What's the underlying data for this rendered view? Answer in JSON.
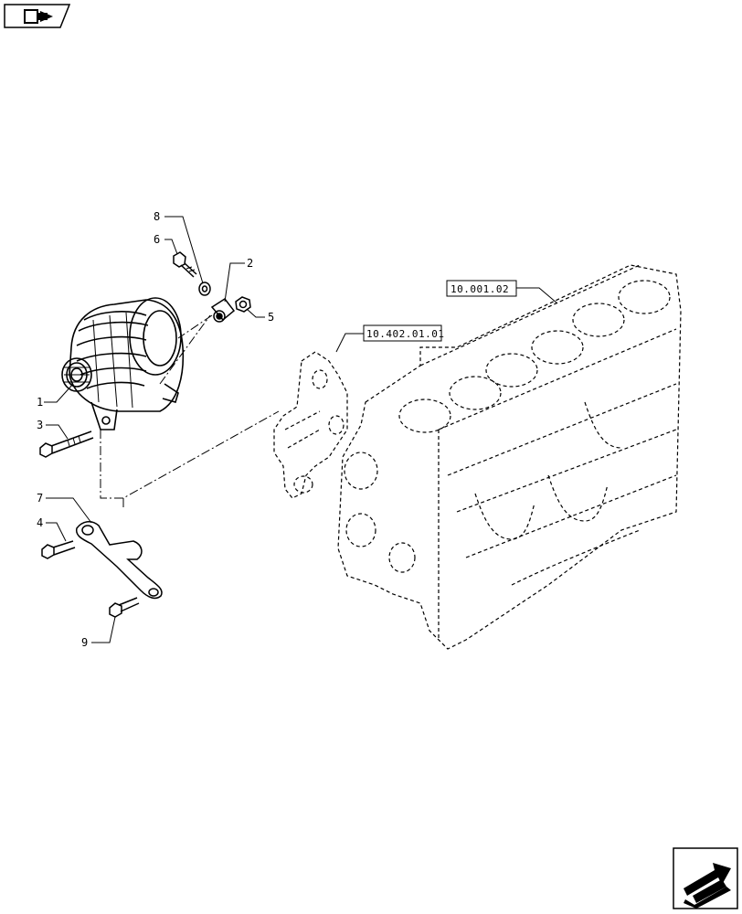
{
  "nav": {
    "top_left_icon": "book-arrow-icon",
    "bottom_right_icon": "next-page-arrow-icon"
  },
  "references": [
    {
      "id": "ref-engine-block",
      "label": "10.001.02"
    },
    {
      "id": "ref-bracket",
      "label": "10.402.01.01"
    }
  ],
  "callouts": {
    "c1": "1",
    "c2": "2",
    "c3": "3",
    "c4": "4",
    "c5": "5",
    "c6": "6",
    "c7": "7",
    "c8": "8",
    "c9": "9"
  }
}
